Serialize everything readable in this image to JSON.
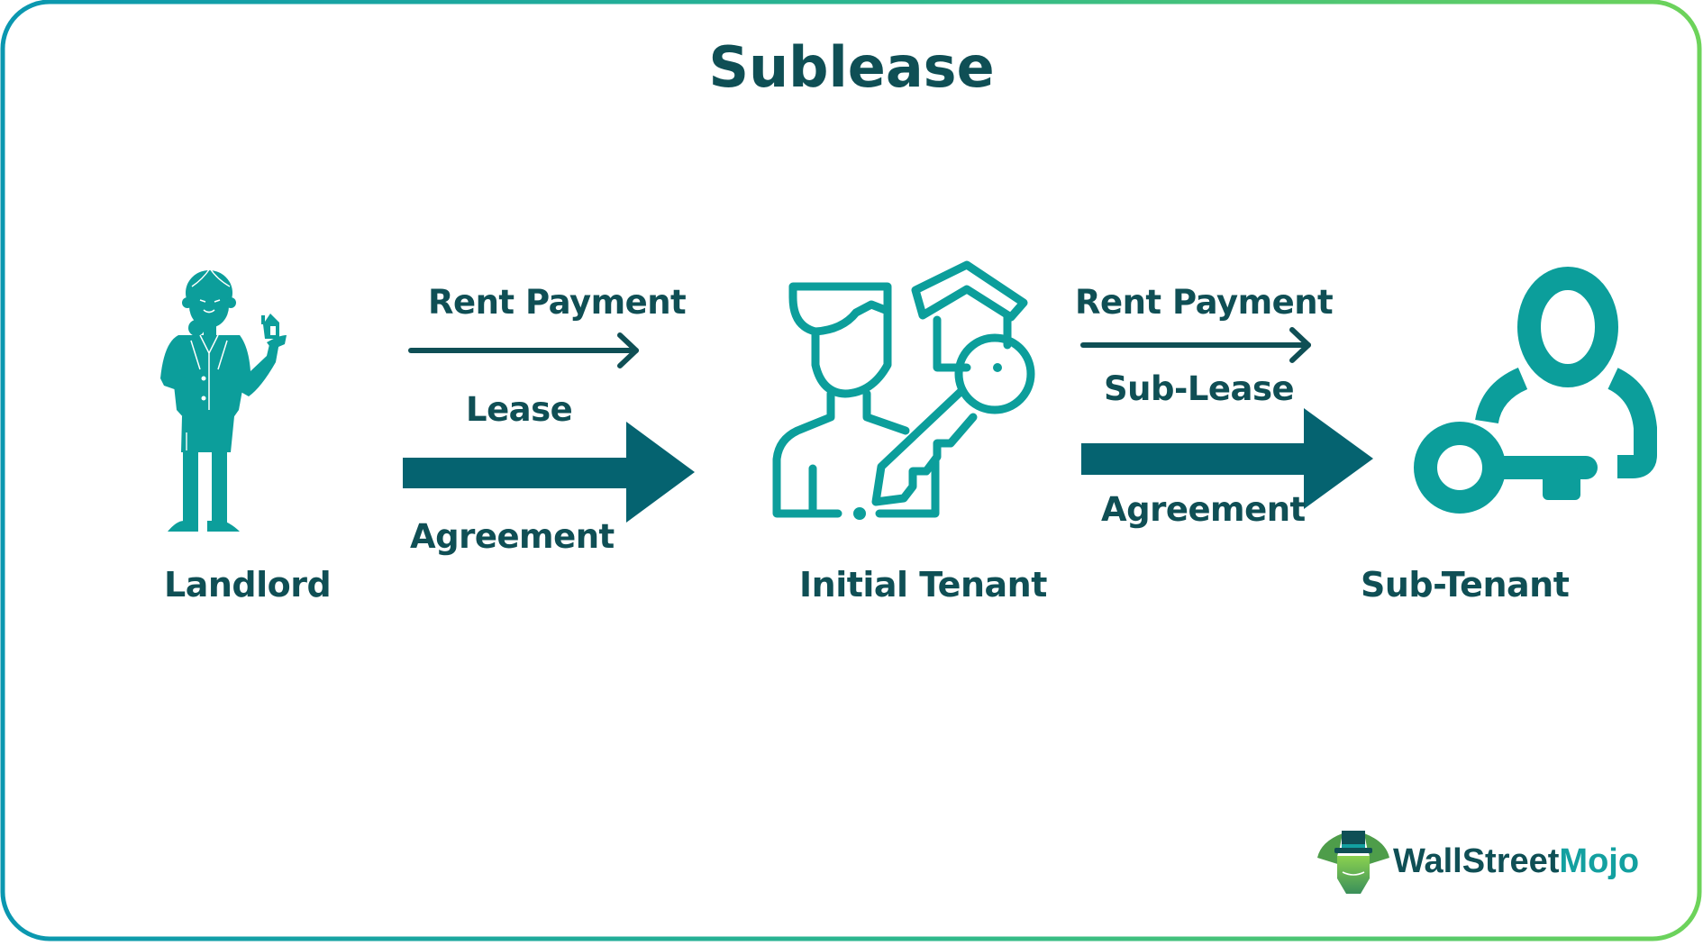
{
  "title": "Sublease",
  "colors": {
    "text_dark": "#0f4f55",
    "icon_teal": "#0c9e9b",
    "arrow_dark": "#056370",
    "thin_arrow": "#0f4f55",
    "border_start": "#0a97b0",
    "border_end": "#6dd35a",
    "logo_accent": "#13a0a0",
    "logo_green": "#7cc24a"
  },
  "nodes": {
    "landlord": {
      "label": "Landlord",
      "icon": "woman-holding-house-icon"
    },
    "initial_tenant": {
      "label": "Initial Tenant",
      "icon": "person-house-key-icon"
    },
    "sub_tenant": {
      "label": "Sub-Tenant",
      "icon": "user-key-icon"
    }
  },
  "flows": {
    "first": {
      "rent_label": "Rent Payment",
      "agreement_top": "Lease",
      "agreement_bottom": "Agreement"
    },
    "second": {
      "rent_label": "Rent Payment",
      "agreement_top": "Sub-Lease",
      "agreement_bottom": "Agreement"
    }
  },
  "logo": {
    "text_primary": "WallStreet",
    "text_accent": "Mojo",
    "icon": "bull-with-top-hat-icon"
  }
}
